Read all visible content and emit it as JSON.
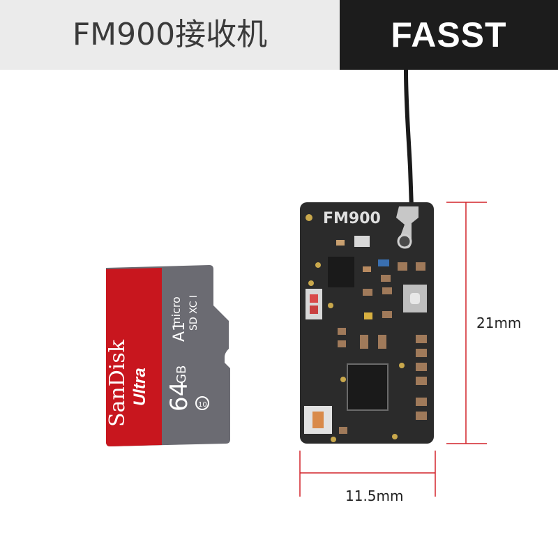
{
  "header": {
    "title": "FM900接收机",
    "badge": "FASST"
  },
  "product": {
    "board_label": "FM900"
  },
  "sd_card": {
    "brand": "SanDisk",
    "line": "Ultra",
    "capacity": "64",
    "unit": "GB",
    "micro": "micro",
    "sdxc": "SD XC I",
    "class": "A1",
    "speed_class": "10"
  },
  "dimensions": {
    "height_label": "21mm",
    "width_label": "11.5mm"
  },
  "colors": {
    "header_left_bg": "#ebebeb",
    "header_right_bg": "#1c1c1c",
    "dimension_lines": "#d2232a",
    "sd_red": "#c8161e",
    "sd_gray": "#6b6b72",
    "pcb": "#2b2b2b"
  }
}
